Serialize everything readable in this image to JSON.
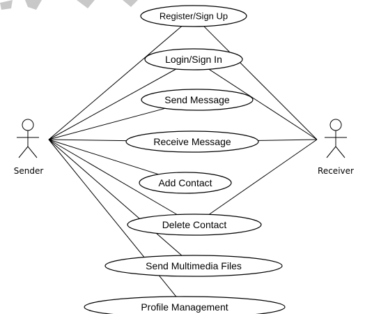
{
  "actors": [
    {
      "id": "sender",
      "label": "Sender"
    },
    {
      "id": "receiver",
      "label": "Receiver"
    }
  ],
  "use_cases": [
    {
      "id": "register",
      "label": "Register/Sign Up"
    },
    {
      "id": "login",
      "label": "Login/Sign In"
    },
    {
      "id": "send-message",
      "label": "Send Message"
    },
    {
      "id": "receive-message",
      "label": "Receive Message"
    },
    {
      "id": "add-contact",
      "label": "Add Contact"
    },
    {
      "id": "delete-contact",
      "label": "Delete Contact"
    },
    {
      "id": "send-multimedia",
      "label": "Send Multimedia Files"
    },
    {
      "id": "profile-management",
      "label": "Profile Management"
    }
  ],
  "associations": [
    {
      "actor": "sender",
      "use_case": "register"
    },
    {
      "actor": "sender",
      "use_case": "login"
    },
    {
      "actor": "sender",
      "use_case": "send-message"
    },
    {
      "actor": "sender",
      "use_case": "receive-message"
    },
    {
      "actor": "sender",
      "use_case": "add-contact"
    },
    {
      "actor": "sender",
      "use_case": "delete-contact"
    },
    {
      "actor": "sender",
      "use_case": "send-multimedia"
    },
    {
      "actor": "sender",
      "use_case": "profile-management"
    },
    {
      "actor": "receiver",
      "use_case": "register"
    },
    {
      "actor": "receiver",
      "use_case": "login"
    },
    {
      "actor": "receiver",
      "use_case": "receive-message"
    },
    {
      "actor": "receiver",
      "use_case": "delete-contact"
    }
  ]
}
